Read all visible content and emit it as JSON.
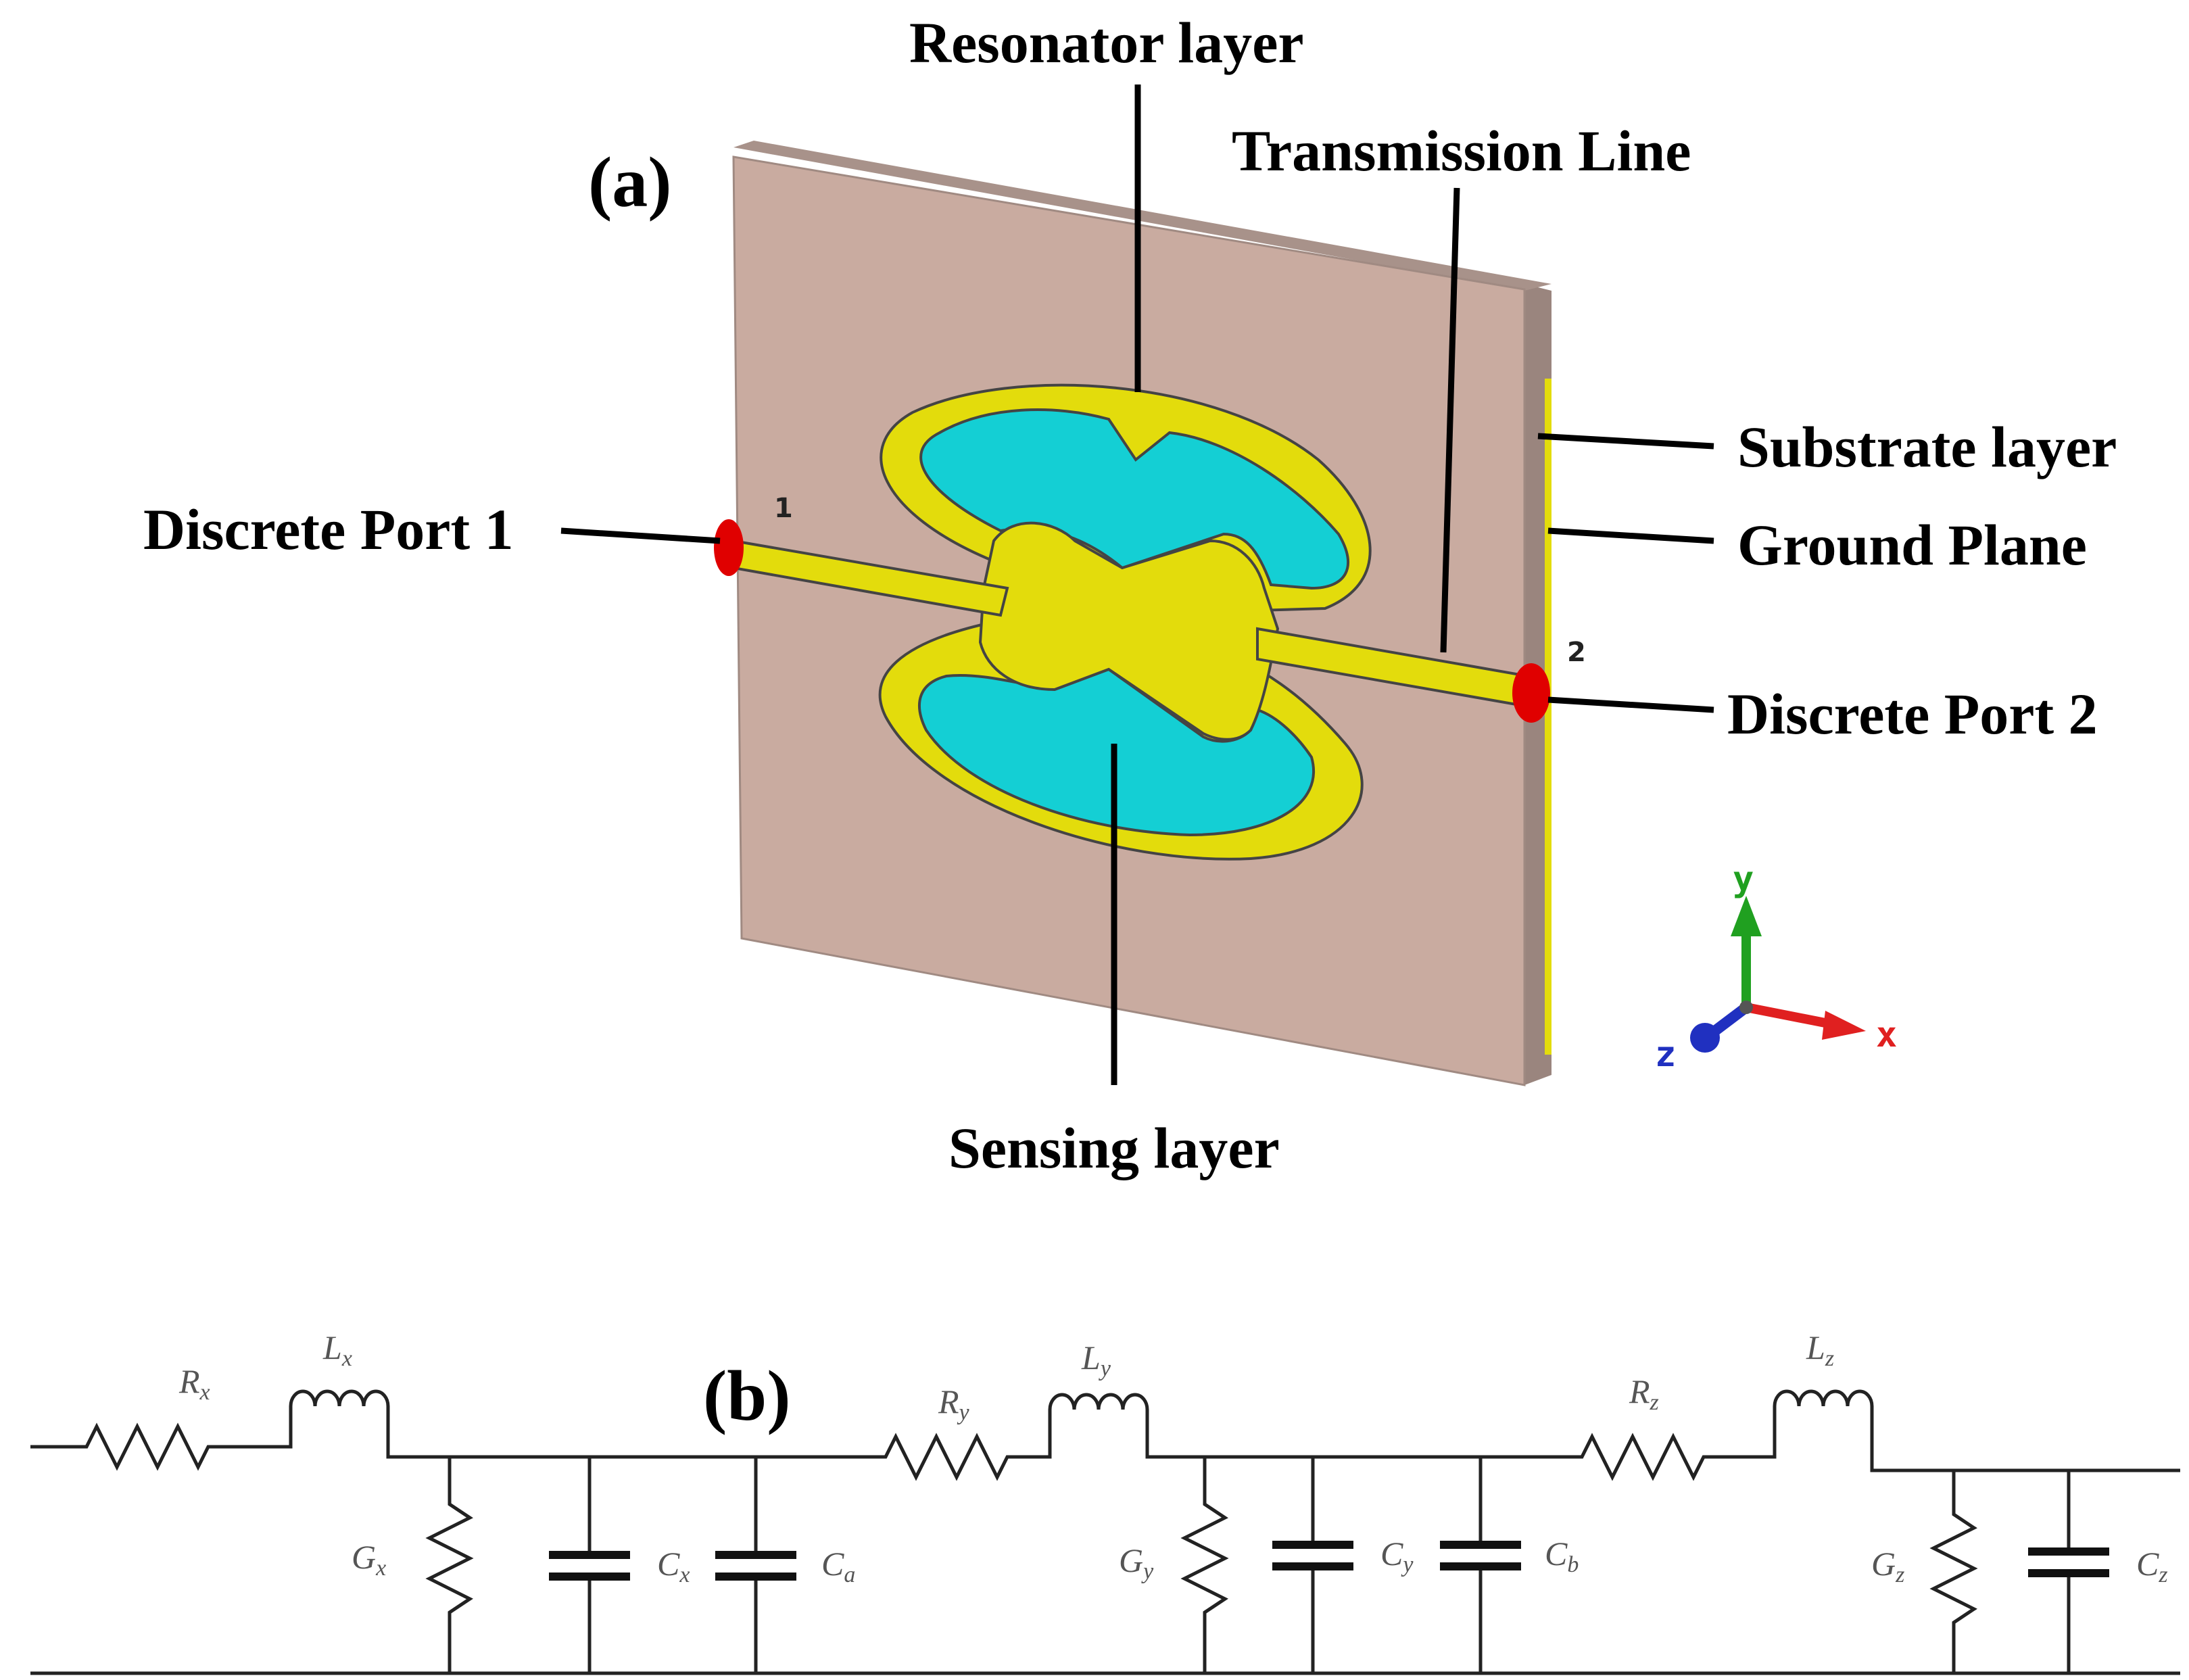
{
  "panel_a": {
    "label": "(a)",
    "callouts": {
      "resonator": "Resonator layer",
      "transmission": "Transmission Line",
      "substrate": "Substrate layer",
      "ground": "Ground Plane",
      "port1": "Discrete Port 1",
      "port2": "Discrete Port 2",
      "sensing": "Sensing layer"
    },
    "port_numbers": [
      "1",
      "2"
    ],
    "axes": {
      "x": "x",
      "y": "y",
      "z": "z"
    },
    "colors": {
      "substrate": "#c9aba0",
      "resonator": "#e3dc0c",
      "sensing": "#14cfd4",
      "port": "#e00000",
      "axis_x": "#e02020",
      "axis_y": "#20a020",
      "axis_z": "#2030c0"
    }
  },
  "panel_b": {
    "label": "(b)",
    "components": {
      "Rx": {
        "base": "R",
        "sub": "x"
      },
      "Lx": {
        "base": "L",
        "sub": "x"
      },
      "Gx": {
        "base": "G",
        "sub": "x"
      },
      "Cx": {
        "base": "C",
        "sub": "x"
      },
      "Ca": {
        "base": "C",
        "sub": "a"
      },
      "Ry": {
        "base": "R",
        "sub": "y"
      },
      "Ly": {
        "base": "L",
        "sub": "y"
      },
      "Gy": {
        "base": "G",
        "sub": "y"
      },
      "Cy": {
        "base": "C",
        "sub": "y"
      },
      "Cb": {
        "base": "C",
        "sub": "b"
      },
      "Rz": {
        "base": "R",
        "sub": "z"
      },
      "Lz": {
        "base": "L",
        "sub": "z"
      },
      "Gz": {
        "base": "G",
        "sub": "z"
      },
      "Cz": {
        "base": "C",
        "sub": "z"
      }
    }
  }
}
